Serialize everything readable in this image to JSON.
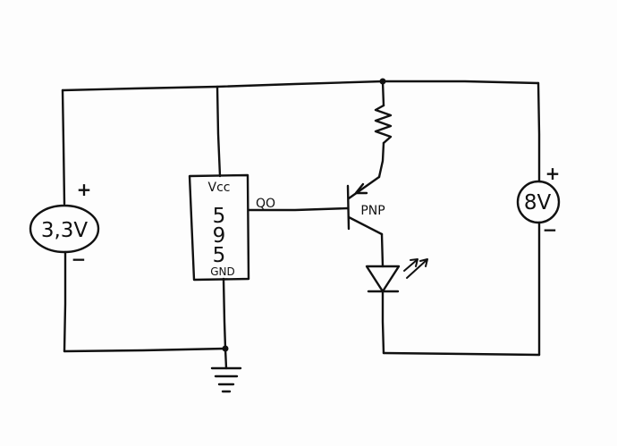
{
  "diagram": {
    "sources": {
      "left": {
        "voltage": "3,3V",
        "plus": "+",
        "minus": "−"
      },
      "right": {
        "voltage": "8V",
        "plus": "+",
        "minus": "−"
      }
    },
    "ic": {
      "vcc_pin": "Vcc",
      "name_digits": [
        "5",
        "9",
        "5"
      ],
      "gnd_pin": "GND",
      "output_pin": "QO"
    },
    "transistor": {
      "type_label": "PNP"
    },
    "colors": {
      "ink": "#111111",
      "paper": "#fdfdfd"
    }
  }
}
